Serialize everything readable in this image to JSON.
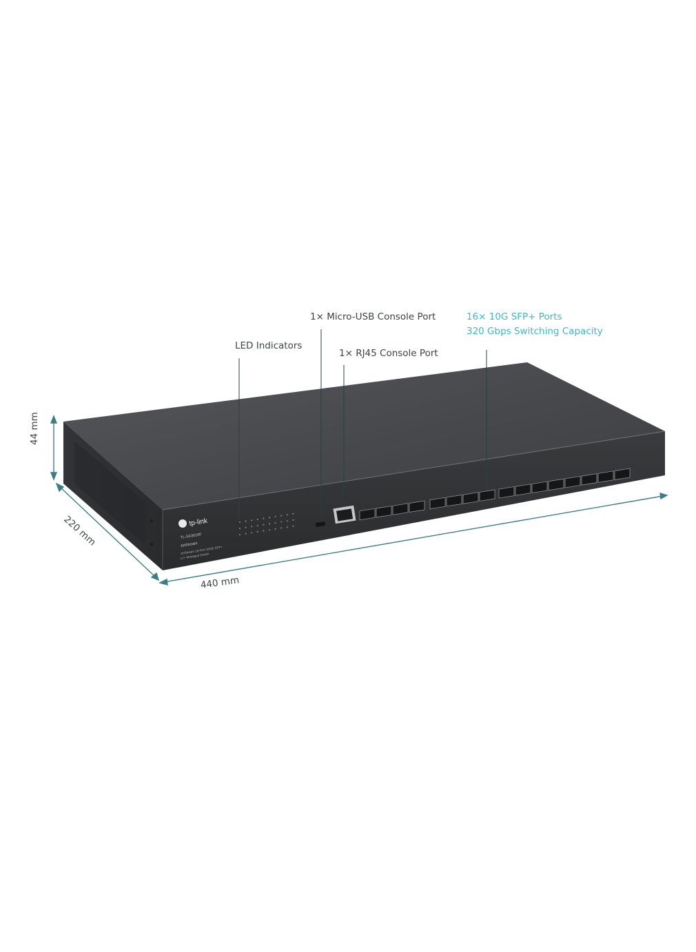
{
  "callouts": {
    "micro_usb": "1× Micro-USB Console Port",
    "led": "LED Indicators",
    "rj45": "1× RJ45 Console Port",
    "sfp_ports": "16× 10G SFP+ Ports",
    "switching": "320 Gbps Switching Capacity"
  },
  "dimensions": {
    "height": "44 mm",
    "depth": "220 mm",
    "width": "440 mm"
  },
  "front_panel": {
    "logo": "tp-link",
    "model": "TL-SX3016F",
    "series": "JetStream",
    "description_line1": "JetStream 16-Port 10GE SFP+",
    "description_line2": "L2+ Managed Switch"
  },
  "colors": {
    "accent": "#3fb7c6",
    "text": "#3d4446",
    "dimension_line": "#3f7d86",
    "chassis_top": "#4a4b4d",
    "chassis_front": "#2e2f31"
  },
  "icons": {
    "logo_mark": "tp-link-logo-icon"
  }
}
